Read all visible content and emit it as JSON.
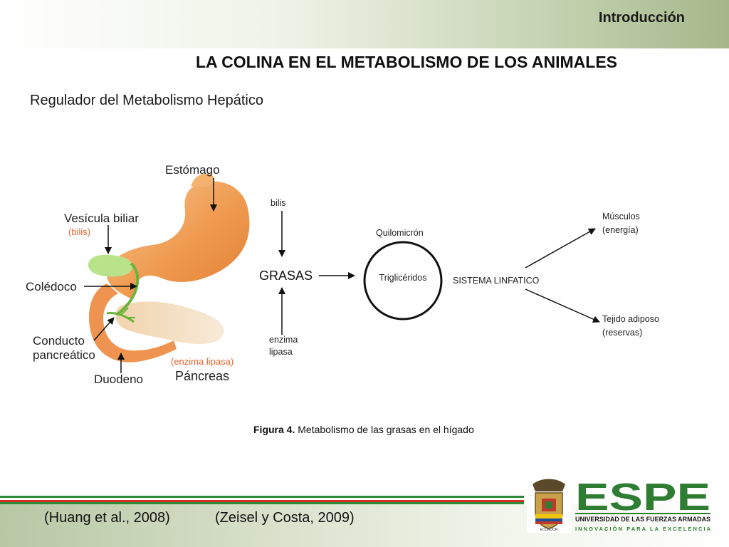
{
  "header": {
    "section": "Introducción",
    "title": "LA COLINA EN EL METABOLISMO DE LOS ANIMALES",
    "subtitle": "Regulador del Metabolismo Hepático"
  },
  "anatomy": {
    "estomago": "Estómago",
    "vesicula": "Vesícula biliar",
    "bilis_paren": "(bilis)",
    "coledoco": "Colédoco",
    "conducto_1": "Conducto",
    "conducto_2": "pancreático",
    "duodeno": "Duodeno",
    "enzima_paren": "(enzima lipasa)",
    "pancreas": "Páncreas"
  },
  "flow": {
    "bilis": "bilis",
    "grasas": "GRASAS",
    "enzima_1": "enzima",
    "enzima_2": "lipasa",
    "quilomicron": "Quilomicrón",
    "trigliceridos": "Triglicéridos",
    "sistema": "SISTEMA LINFATICO",
    "musculos_1": "Músculos",
    "musculos_2": "(energía)",
    "tejido_1": "Tejido adiposo",
    "tejido_2": "(reservas)"
  },
  "caption": {
    "label": "Figura 4.",
    "text": " Metabolismo de las grasas en el hígado"
  },
  "references": {
    "ref1": "(Huang et al., 2008)",
    "ref2": "(Zeisel y Costa, 2009)"
  },
  "logo": {
    "wordmark": "ESPE",
    "line1": "UNIVERSIDAD DE LAS FUERZAS ARMADAS",
    "line2": "INNOVACIÓN PARA LA EXCELENCIA",
    "seal": "ECUADOR"
  },
  "colors": {
    "accent_green": "#2e7d32",
    "stripe_red": "#d62d20",
    "stripe_green": "#2e8b3a",
    "organ_orange": "#ef9a4f",
    "label_orange": "#e8632b"
  }
}
